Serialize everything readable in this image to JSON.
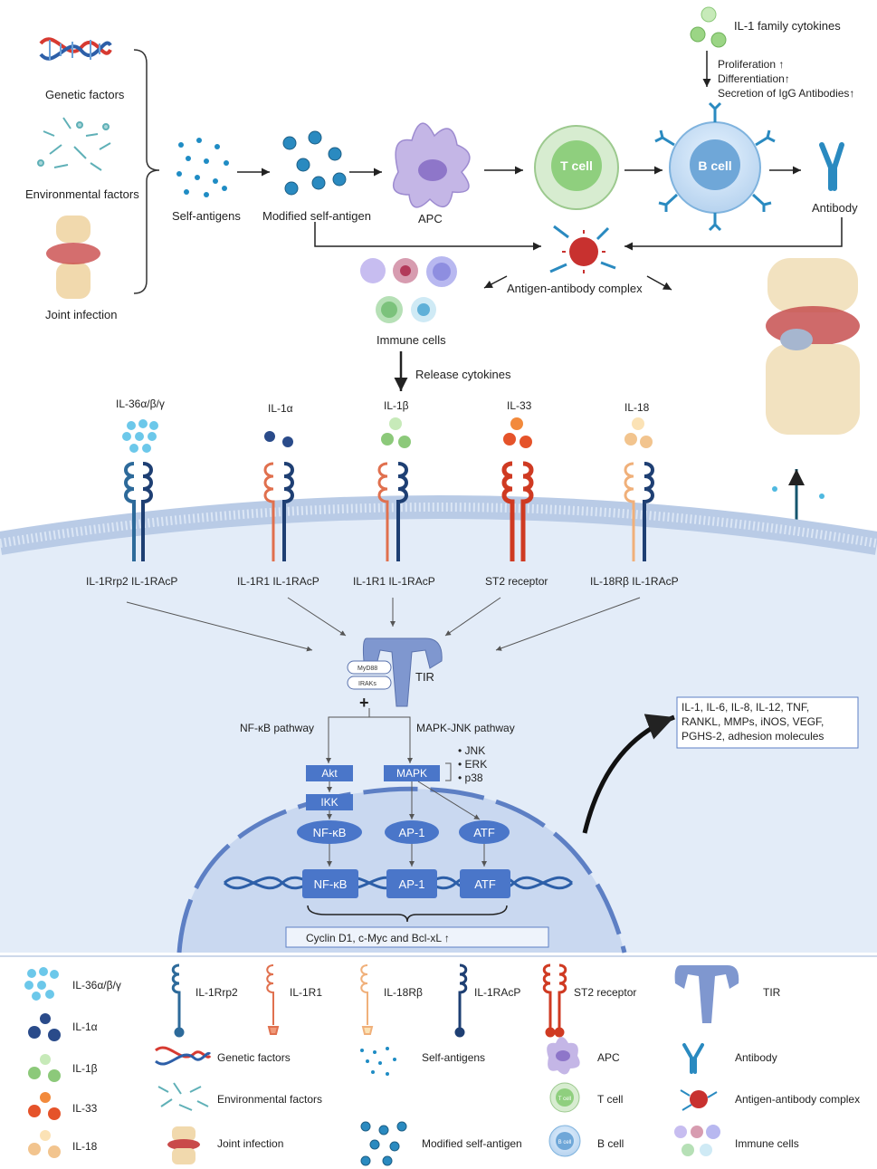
{
  "colors": {
    "cell_bg": "#e3ecf8",
    "membrane": "#b9cbe6",
    "nucleus": "#c9d8f0",
    "node_blue": "#4a76c9",
    "il1rrp2": "#2d6a9a",
    "il1racp": "#1e3f73",
    "il1r1": "#e0704e",
    "st2": "#cf3a22",
    "il18rb": "#f0b07a",
    "tir": "#7f97cf",
    "antibody": "#2a8ac0"
  },
  "top": {
    "factors": [
      "Genetic factors",
      "Environmental factors",
      "Joint infection"
    ],
    "self_antigens": "Self-antigens",
    "modified": "Modified self-antigen",
    "apc": "APC",
    "tcell": "T cell",
    "bcell": "B cell",
    "antibody": "Antibody",
    "il1_family": "IL-1 family cytokines",
    "effects": [
      "Proliferation ↑",
      "Differentiation↑",
      "Secretion of IgG Antibodies↑"
    ],
    "complex": "Antigen-antibody complex",
    "immune_cells": "Immune cells",
    "release": "Release cytokines"
  },
  "receptors": [
    {
      "ligand": "IL-36α/β/γ",
      "label": "IL-1Rrp2 IL-1RAcP"
    },
    {
      "ligand": "IL-1α",
      "label": "IL-1R1   IL-1RAcP"
    },
    {
      "ligand": "IL-1β",
      "label": "IL-1R1  IL-1RAcP"
    },
    {
      "ligand": "IL-33",
      "label": "ST2 receptor"
    },
    {
      "ligand": "IL-18",
      "label": "IL-18Rβ  IL-1RAcP"
    }
  ],
  "signal": {
    "myd88": "MyD88",
    "iraks": "IRAKs",
    "plus": "+",
    "tir": "TIR",
    "nfkb_path": "NF-κB pathway",
    "mapk_path": "MAPK-JNK pathway",
    "mapk_items": [
      "• JNK",
      "• ERK",
      "• p38"
    ],
    "boxes": {
      "akt": "Akt",
      "ikk": "IKK",
      "mapk": "MAPK"
    },
    "ovals": [
      "NF-κB",
      "AP-1",
      "ATF"
    ],
    "dna_boxes": [
      "NF-κB",
      "AP-1",
      "ATF"
    ],
    "targets": "Cyclin D1, c-Myc and Bcl-xL   ↑",
    "cytokines": [
      "IL-1, IL-6, IL-8, IL-12, TNF,",
      "RANKL, MMPs, iNOS, VEGF,",
      "PGHS-2, adhesion molecules"
    ]
  },
  "legend": {
    "ligands": [
      "IL-36α/β/γ",
      "IL-1α",
      "IL-1β",
      "IL-33",
      "IL-18"
    ],
    "receptors": [
      "IL-1Rrp2",
      "IL-1R1",
      "IL-18Rβ",
      "IL-1RAcP",
      "ST2 receptor",
      "TIR"
    ],
    "row2": [
      "Genetic factors",
      "Self-antigens",
      "APC",
      "Antibody"
    ],
    "row3": [
      "Environmental factors",
      "T cell",
      "Antigen-antibody complex"
    ],
    "row4": [
      "Joint infection",
      "Modified self-antigen",
      "B cell",
      "Immune cells"
    ],
    "tcell_icon": "T cell",
    "bcell_icon": "B cell"
  }
}
